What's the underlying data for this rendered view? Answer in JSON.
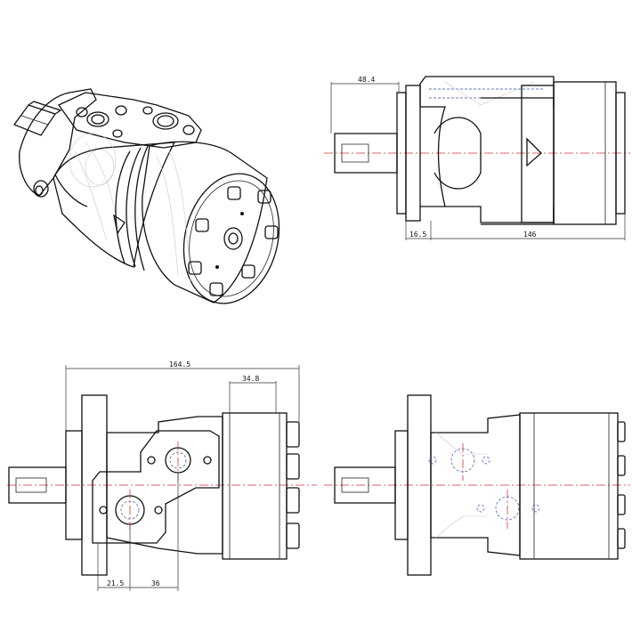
{
  "drawing": {
    "dimensions": {
      "top_view_shaft_length": "48.4",
      "top_view_flange_thickness": "16.5",
      "top_view_body_length": "146",
      "side_view_overall_length": "164.5",
      "side_view_rear_cap": "34.8",
      "side_view_port_offset_a": "21.5",
      "side_view_port_offset_b": "36"
    },
    "colors": {
      "outline": "#111111",
      "centerline": "#d63030",
      "hidden_line": "#3848b0",
      "ghost_line": "#c8c8c8"
    },
    "icons": {
      "logo": "triangular-brand-logo"
    }
  }
}
